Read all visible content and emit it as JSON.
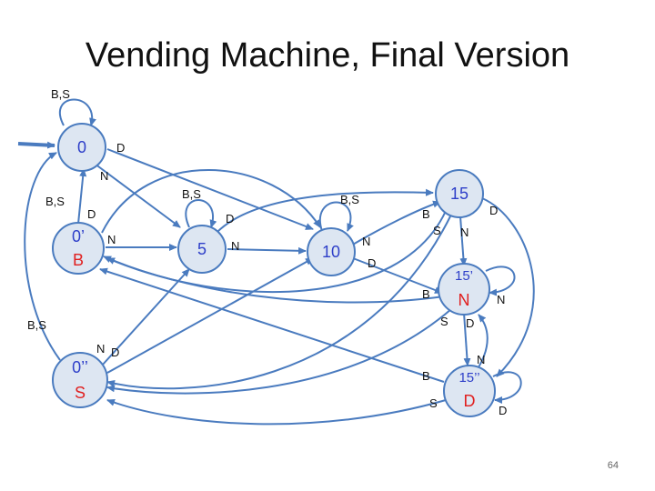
{
  "title": "Vending Machine, Final Version",
  "page_number": "64",
  "colors": {
    "edge": "#4a7bbf",
    "node_fill": "#dde6f2",
    "state_text": "#2e3fc9",
    "output_text": "#e02020"
  },
  "nodes": {
    "s0": {
      "label": "0",
      "output": ""
    },
    "s0b": {
      "label": "0’",
      "output": "B"
    },
    "s0s": {
      "label": "0’’",
      "output": "S"
    },
    "s5": {
      "label": "5",
      "output": ""
    },
    "s10": {
      "label": "10",
      "output": ""
    },
    "s15": {
      "label": "15",
      "output": ""
    },
    "s15n": {
      "label": "15’",
      "output": "N"
    },
    "s15d": {
      "label": "15’’",
      "output": "D"
    }
  },
  "edge_labels": {
    "s0_self": "B,S",
    "s0_d": "D",
    "s0_n": "N",
    "s0b_bs": "B,S",
    "s0b_d": "D",
    "s0b_n": "N",
    "s0s_bs": "B,S",
    "s0s_n": "N",
    "s0s_d": "D",
    "s5_self": "B,S",
    "s5_d": "D",
    "s5_n": "N",
    "s10_self": "B,S",
    "s10_n": "N",
    "s10_d": "D",
    "s15_b": "B",
    "s15_s": "S",
    "s15_n": "N",
    "s15_d": "D",
    "s15n_b": "B",
    "s15n_self": "N",
    "s15n_s": "S",
    "s15n_d": "D",
    "s15d_n": "N",
    "s15d_b": "B",
    "s15d_s": "S",
    "s15d_self": "D"
  }
}
